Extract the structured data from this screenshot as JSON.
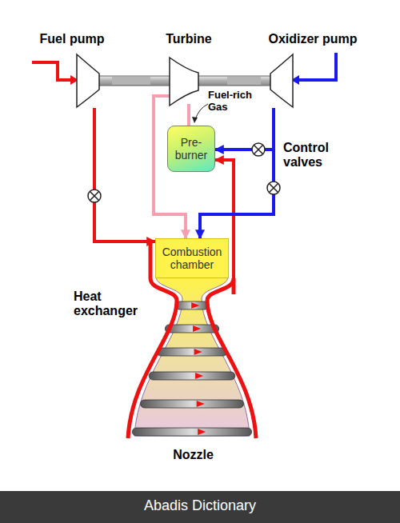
{
  "diagram": {
    "nodes": [
      {
        "text": [
          "Fuel pump"
        ]
      },
      {
        "text": [
          "Turbine"
        ]
      },
      {
        "text": [
          "Oxidizer pump"
        ]
      },
      {
        "text": [
          "Pre- burner"
        ]
      },
      {
        "text": [
          "Combustion chamber"
        ]
      },
      {
        "text": [
          "Nozzle"
        ]
      }
    ],
    "edges": [
      {
        "from": 0,
        "to": 4,
        "arrow": "to"
      },
      {
        "from": 5,
        "to": 3,
        "arrow": "to"
      },
      {
        "from": 3,
        "to": 1,
        "arrow": "none"
      },
      {
        "from": 1,
        "to": 4,
        "arrow": "to"
      },
      {
        "from": 2,
        "to": 3,
        "arrow": "to"
      },
      {
        "from": 2,
        "to": 4,
        "arrow": "to"
      },
      {
        "from": 0,
        "to": 1,
        "arrow": "none"
      },
      {
        "from": 1,
        "to": 2,
        "arrow": "none"
      }
    ],
    "labels": [
      "Fuel-rich Gas",
      "Control valves",
      "Heat exchanger",
      "Abadis Dictionary"
    ]
  }
}
